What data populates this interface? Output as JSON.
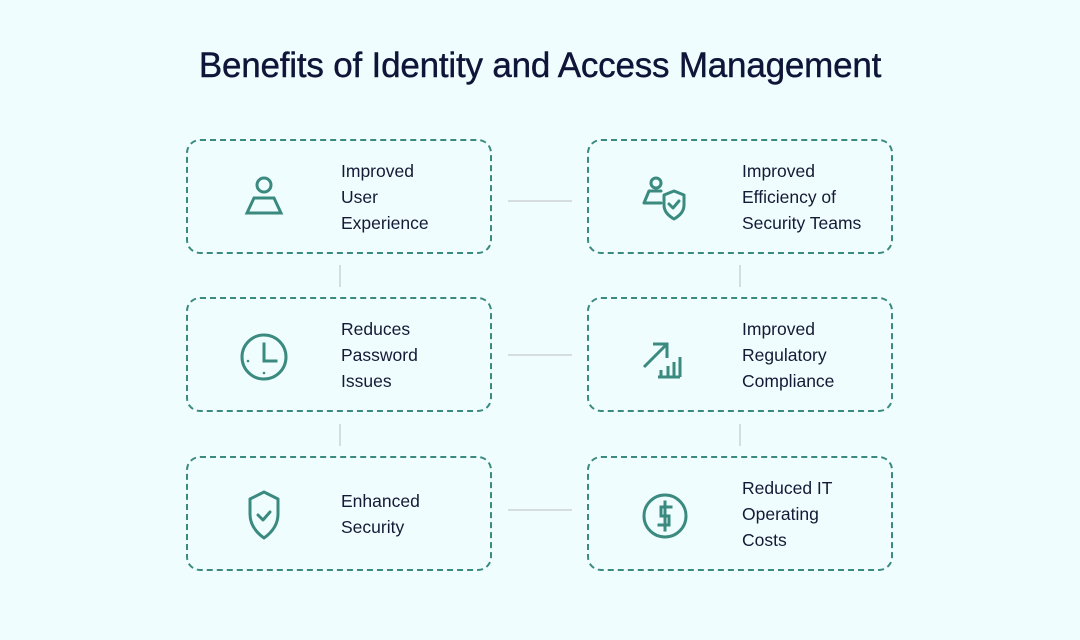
{
  "title": "Benefits of Identity and Access Management",
  "colors": {
    "background": "#f0fdfe",
    "accent": "#3a8a80",
    "text": "#141a36",
    "connector": "#d6dde0"
  },
  "cards": [
    {
      "icon": "user-icon",
      "lines": [
        "Improved",
        "User",
        "Experience"
      ]
    },
    {
      "icon": "user-shield-icon",
      "lines": [
        "Improved",
        "Efficiency of",
        "Security Teams"
      ]
    },
    {
      "icon": "clock-icon",
      "lines": [
        "Reduces",
        "Password",
        "Issues"
      ]
    },
    {
      "icon": "growth-chart-icon",
      "lines": [
        "Improved",
        "Regulatory",
        "Compliance"
      ]
    },
    {
      "icon": "shield-check-icon",
      "lines": [
        "Enhanced",
        "Security"
      ]
    },
    {
      "icon": "dollar-icon",
      "lines": [
        "Reduced IT",
        "Operating",
        "Costs"
      ]
    }
  ]
}
